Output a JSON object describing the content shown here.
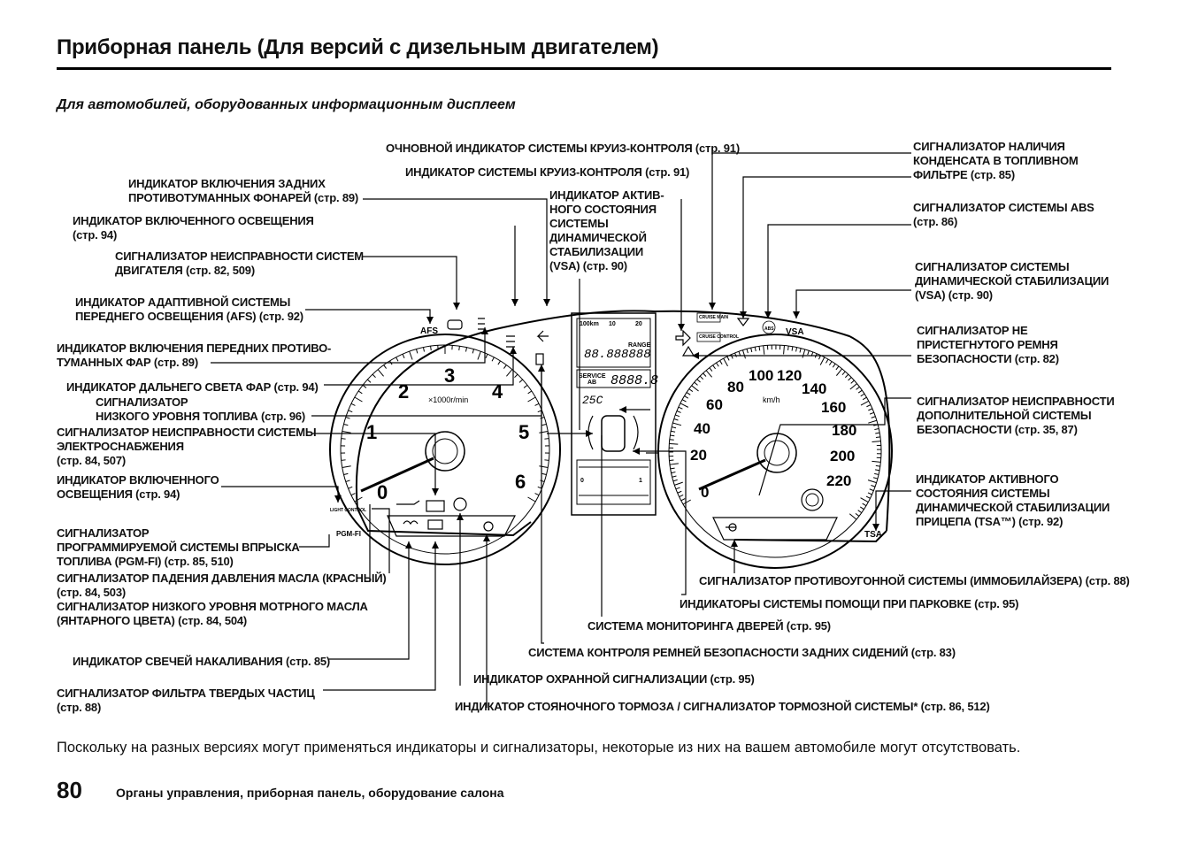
{
  "header": {
    "title": "Приборная панель (Для версий с дизельным двигателем)",
    "subtitle": "Для автомобилей, оборудованных информационным дисплеем"
  },
  "callouts": {
    "rear_fog": [
      "ИНДИКАТОР ВКЛЮЧЕНИЯ ЗАДНИХ",
      "ПРОТИВОТУМАННЫХ ФОНАРЕЙ (стр. 89)"
    ],
    "lights_on": [
      "ИНДИКАТОР ВКЛЮЧЕННОГО ОСВЕЩЕНИЯ",
      "(стр. 94)"
    ],
    "engine": [
      "СИГНАЛИЗАТОР НЕИСПРАВНОСТИ СИСТЕМ",
      "ДВИГАТЕЛЯ (стр. 82, 509)"
    ],
    "afs": [
      "ИНДИКАТОР АДАПТИВНОЙ СИСТЕМЫ",
      "ПЕРЕДНЕГО ОСВЕЩЕНИЯ (AFS) (стр. 92)"
    ],
    "front_fog": [
      "ИНДИКАТОР ВКЛЮЧЕНИЯ ПЕРЕДНИХ ПРОТИВО-",
      "ТУМАННЫХ ФАР (стр. 89)"
    ],
    "high_beam": [
      "ИНДИКАТОР ДАЛЬНЕГО СВЕТА ФАР (стр. 94)"
    ],
    "low_fuel": [
      "СИГНАЛИЗАТОР",
      "НИЗКОГО УРОВНЯ ТОПЛИВА (стр. 96)"
    ],
    "charging": [
      "СИГНАЛИЗАТОР НЕИСПРАВНОСТИ СИСТЕМЫ",
      "ЭЛЕКТРОСНАБЖЕНИЯ",
      "(стр. 84, 507)"
    ],
    "lights_on2": [
      "ИНДИКАТОР ВКЛЮЧЕННОГО",
      "ОСВЕЩЕНИЯ (стр. 94)"
    ],
    "pgmfi": [
      "СИГНАЛИЗАТОР",
      "ПРОГРАММИРУЕМОЙ СИСТЕМЫ ВПРЫСКА",
      "ТОПЛИВА (PGM-FI) (стр. 85, 510)"
    ],
    "oil_pressure": [
      "СИГНАЛИЗАТОР ПАДЕНИЯ ДАВЛЕНИЯ МАСЛА (КРАСНЫЙ)",
      "(стр. 84, 503)"
    ],
    "oil_level": [
      "СИГНАЛИЗАТОР НИЗКОГО УРОВНЯ МОТРНОГО МАСЛА",
      "(ЯНТАРНОГО ЦВЕТА) (стр. 84, 504)"
    ],
    "glow": [
      "ИНДИКАТОР СВЕЧЕЙ НАКАЛИВАНИЯ (стр. 85)"
    ],
    "dpf": [
      "СИГНАЛИЗАТОР ФИЛЬТРА ТВЕРДЫХ ЧАСТИЦ",
      "(стр. 88)"
    ],
    "cruise_main": [
      "ОЧНОВНОЙ ИНДИКАТОР СИСТЕМЫ КРУИЗ-КОНТРОЛЯ (стр. 91)"
    ],
    "cruise_ctrl": [
      "ИНДИКАТОР СИСТЕМЫ КРУИЗ-КОНТРОЛЯ (стр. 91)"
    ],
    "vsa_active": [
      "ИНДИКАТОР АКТИВ-",
      "НОГО СОСТОЯНИЯ",
      "СИСТЕМЫ",
      "ДИНАМИЧЕСКОЙ",
      "СТАБИЛИЗАЦИИ",
      "(VSA) (стр. 90)"
    ],
    "water_fuel": [
      "СИГНАЛИЗАТОР НАЛИЧИЯ",
      "КОНДЕНСАТА В ТОПЛИВНОМ",
      "ФИЛЬТРЕ (стр. 85)"
    ],
    "abs": [
      "СИГНАЛИЗАТОР СИСТЕМЫ ABS",
      "(стр. 86)"
    ],
    "vsa": [
      "СИГНАЛИЗАТОР СИСТЕМЫ",
      "ДИНАМИЧЕСКОЙ СТАБИЛИЗАЦИИ",
      "(VSA) (стр. 90)"
    ],
    "seatbelt": [
      "СИГНАЛИЗАТОР НЕ",
      "ПРИСТЕГНУТОГО РЕМНЯ",
      "БЕЗОПАСНОСТИ (стр. 82)"
    ],
    "srs": [
      "СИГНАЛИЗАТОР НЕИСПРАВНОСТИ",
      "ДОПОЛНИТЕЛЬНОЙ СИСТЕМЫ",
      "БЕЗОПАСНОСТИ (стр. 35, 87)"
    ],
    "tsa": [
      "ИНДИКАТОР АКТИВНОГО",
      "СОСТОЯНИЯ СИСТЕМЫ",
      "ДИНАМИЧЕСКОЙ СТАБИЛИЗАЦИИ",
      "ПРИЦЕПА (TSA™) (стр. 92)"
    ],
    "immobilizer": [
      "СИГНАЛИЗАТОР ПРОТИВОУГОННОЙ СИСТЕМЫ (ИММОБИЛАЙЗЕРА) (стр. 88)"
    ],
    "parking": [
      "ИНДИКАТОРЫ СИСТЕМЫ ПОМОЩИ ПРИ ПАРКОВКЕ (стр. 95)"
    ],
    "door": [
      "СИСТЕМА МОНИТОРИНГА ДВЕРЕЙ (стр. 95)"
    ],
    "rear_belt": [
      "СИСТЕМА КОНТРОЛЯ РЕМНЕЙ БЕЗОПАСНОСТИ ЗАДНИХ СИДЕНИЙ (стр. 83)"
    ],
    "security": [
      "ИНДИКАТОР ОХРАННОЙ СИГНАЛИЗАЦИИ (стр. 95)"
    ],
    "brake": [
      "ИНДИКАТОР СТОЯНОЧНОГО ТОРМОЗА / СИГНАЛИЗАТОР ТОРМОЗНОЙ СИСТЕМЫ* (стр. 86, 512)"
    ]
  },
  "dash": {
    "tach_numbers": [
      "0",
      "1",
      "2",
      "3",
      "4",
      "5",
      "6"
    ],
    "tach_unit": "×1000r/min",
    "speed_numbers": [
      "0",
      "20",
      "40",
      "60",
      "80",
      "100",
      "120",
      "140",
      "160",
      "180",
      "200",
      "220"
    ],
    "speed_unit": "km/h",
    "afs_label": "AFS",
    "vsa_label": "VSA",
    "tsa_label": "TSA",
    "light_control_label": "LIGHT CONTROL",
    "pgmfi_label": "PGM-FI",
    "cruise_main_label": "CRUISE MAIN",
    "cruise_control_label": "CRUISE CONTROL",
    "abs_label": "ABS",
    "display": {
      "range_label": "RANGE",
      "odometer": "88.888888",
      "service_label": "SERVICE",
      "service_sub": "AB",
      "service_value": "8888.8",
      "temperature": "25C",
      "scale": [
        "100km",
        "10",
        "20"
      ],
      "lower_scale": [
        "0",
        "1"
      ]
    }
  },
  "footer": {
    "note": "Поскольку на разных версиях могут применяться индикаторы и сигнализаторы, некоторые из них на вашем автомобиле могут отсутствовать.",
    "page_number": "80",
    "section": "Органы управления, приборная панель, оборудование салона"
  }
}
